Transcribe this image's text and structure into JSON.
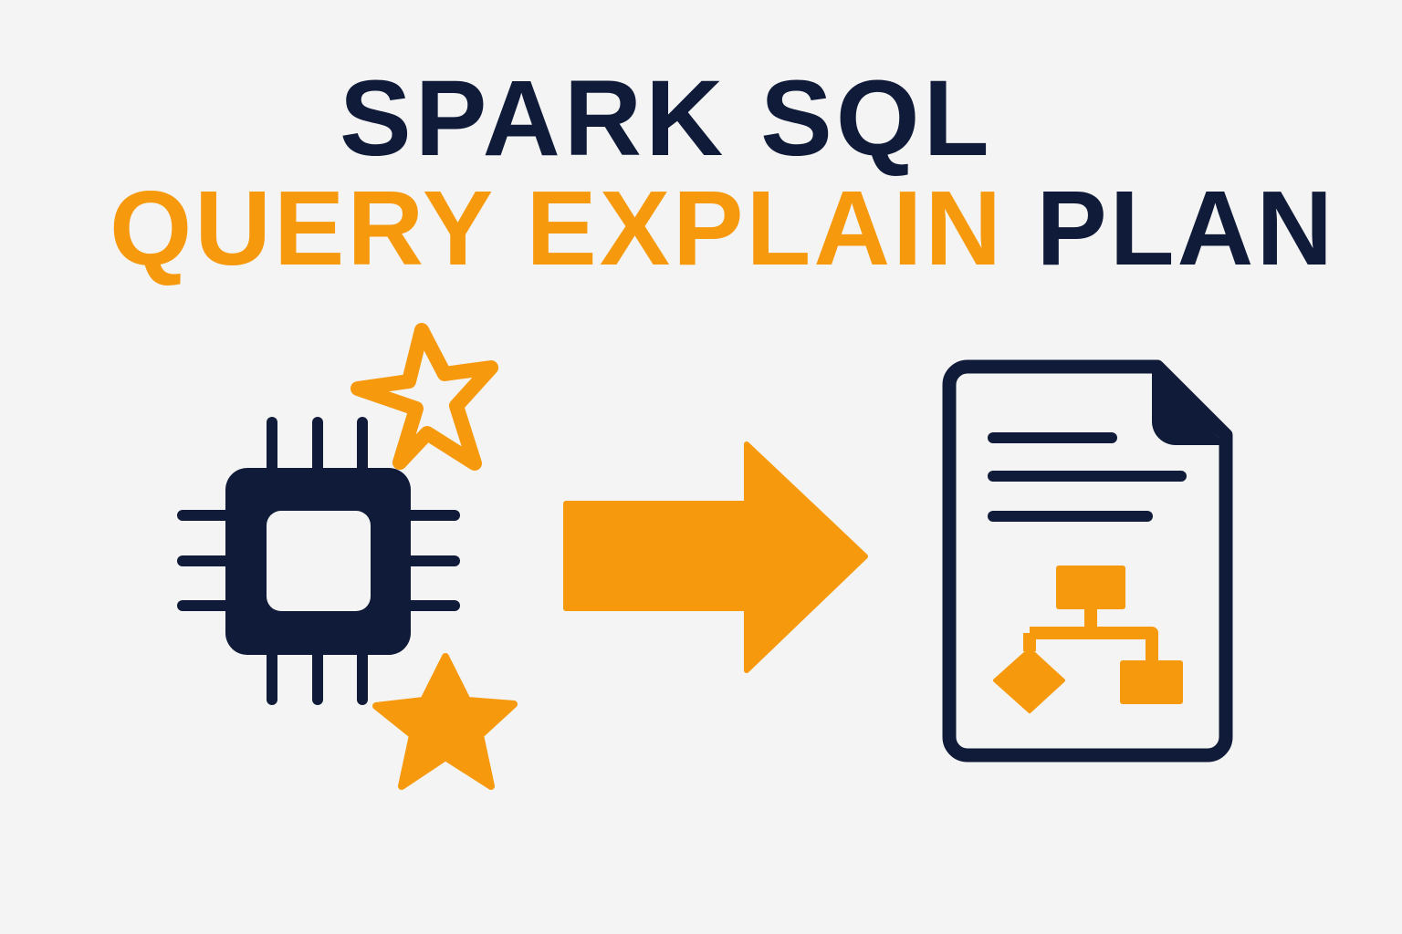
{
  "title": {
    "line1": "SPARK SQL",
    "line2_highlight": "QUERY EXPLAIN",
    "line2_rest": "PLAN"
  },
  "colors": {
    "navy": "#0f1b38",
    "orange": "#f7990c",
    "background": "#f4f4f4"
  },
  "icons": [
    "cpu-chip-icon",
    "sparkle-star-icon",
    "right-arrow-icon",
    "document-flowchart-icon"
  ]
}
